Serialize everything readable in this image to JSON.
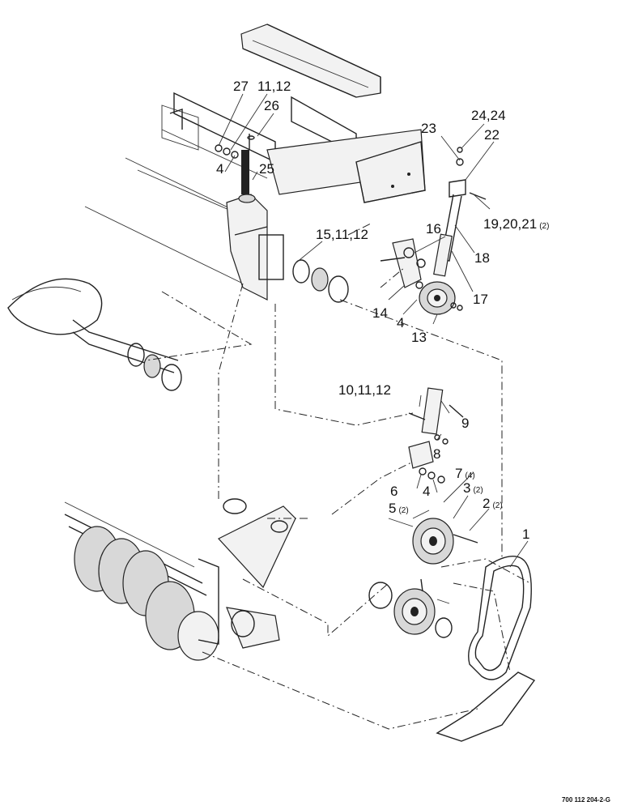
{
  "document_number": "700 112 204-2-G",
  "callouts": [
    {
      "id": "c27",
      "text": "27"
    },
    {
      "id": "c11_12_top",
      "text": "11,12"
    },
    {
      "id": "c26",
      "text": "26"
    },
    {
      "id": "c25",
      "text": "25"
    },
    {
      "id": "c4_top",
      "text": "4"
    },
    {
      "id": "c23",
      "text": "23"
    },
    {
      "id": "c24_24",
      "text": "24,24"
    },
    {
      "id": "c22",
      "text": "22"
    },
    {
      "id": "c19_20_21",
      "text": "19,20,21",
      "sup": "(2)"
    },
    {
      "id": "c15_11_12",
      "text": "15,11,12"
    },
    {
      "id": "c16",
      "text": "16"
    },
    {
      "id": "c18",
      "text": "18"
    },
    {
      "id": "c17",
      "text": "17"
    },
    {
      "id": "c14",
      "text": "14"
    },
    {
      "id": "c4_mid",
      "text": "4"
    },
    {
      "id": "c13",
      "text": "13"
    },
    {
      "id": "c10_11_12",
      "text": "10,11,12"
    },
    {
      "id": "c9",
      "text": "9"
    },
    {
      "id": "c8",
      "text": "8"
    },
    {
      "id": "c7",
      "text": "7",
      "sup": "(4)"
    },
    {
      "id": "c6",
      "text": "6"
    },
    {
      "id": "c4_low",
      "text": "4"
    },
    {
      "id": "c3",
      "text": "3",
      "sup": "(2)"
    },
    {
      "id": "c5",
      "text": "5",
      "sup": "(2)"
    },
    {
      "id": "c2",
      "text": "2",
      "sup": "(2)"
    },
    {
      "id": "c1",
      "text": "1"
    }
  ]
}
